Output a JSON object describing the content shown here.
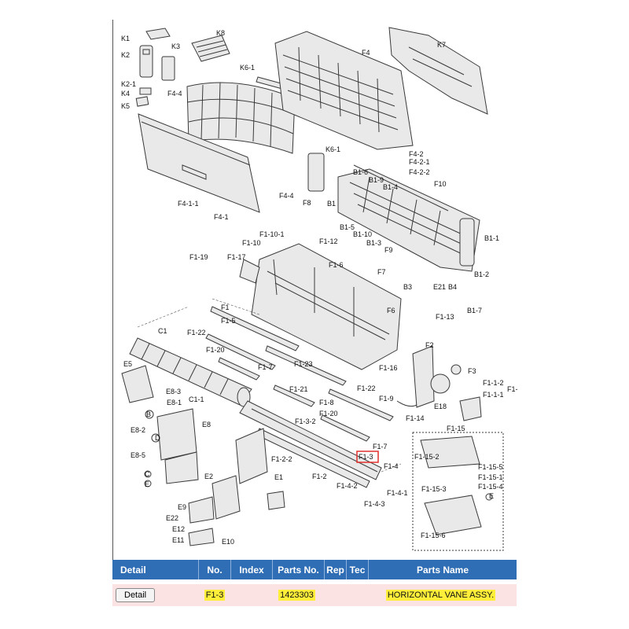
{
  "diagram": {
    "labels": [
      {
        "id": "K1",
        "t": "K1"
      },
      {
        "id": "K2",
        "t": "K2"
      },
      {
        "id": "K3",
        "t": "K3"
      },
      {
        "id": "K8",
        "t": "K8"
      },
      {
        "id": "K2-1",
        "t": "K2-1"
      },
      {
        "id": "K4",
        "t": "K4"
      },
      {
        "id": "K5",
        "t": "K5"
      },
      {
        "id": "K6-1",
        "t": "K6-1"
      },
      {
        "id": "F4-4a",
        "t": "F4-4"
      },
      {
        "id": "F4",
        "t": "F4"
      },
      {
        "id": "K7",
        "t": "K7"
      },
      {
        "id": "K6-1b",
        "t": "K6-1"
      },
      {
        "id": "F4-2",
        "t": "F4-2"
      },
      {
        "id": "F4-2-1",
        "t": "F4-2-1"
      },
      {
        "id": "F4-2-2",
        "t": "F4-2-2"
      },
      {
        "id": "B1-6",
        "t": "B1-6"
      },
      {
        "id": "B1-9",
        "t": "B1-9"
      },
      {
        "id": "B1-4",
        "t": "B1-4"
      },
      {
        "id": "F10",
        "t": "F10"
      },
      {
        "id": "F4-4b",
        "t": "F4-4"
      },
      {
        "id": "F8",
        "t": "F8"
      },
      {
        "id": "F4-1-1",
        "t": "F4-1-1"
      },
      {
        "id": "F4-1",
        "t": "F4-1"
      },
      {
        "id": "B1",
        "t": "B1"
      },
      {
        "id": "B1-5",
        "t": "B1-5"
      },
      {
        "id": "B1-10",
        "t": "B1-10"
      },
      {
        "id": "B1-3",
        "t": "B1-3"
      },
      {
        "id": "B1-1",
        "t": "B1-1"
      },
      {
        "id": "F1-10-1",
        "t": "F1-10-1"
      },
      {
        "id": "F1-10",
        "t": "F1-10"
      },
      {
        "id": "F1-12",
        "t": "F1-12"
      },
      {
        "id": "F9",
        "t": "F9"
      },
      {
        "id": "F1-19",
        "t": "F1-19"
      },
      {
        "id": "F1-17",
        "t": "F1-17"
      },
      {
        "id": "F1-6",
        "t": "F1-6"
      },
      {
        "id": "F7a",
        "t": "F7"
      },
      {
        "id": "B3",
        "t": "B3"
      },
      {
        "id": "E21",
        "t": "E21"
      },
      {
        "id": "B4",
        "t": "B4"
      },
      {
        "id": "B1-2",
        "t": "B1-2"
      },
      {
        "id": "F1",
        "t": "F1"
      },
      {
        "id": "F1-5",
        "t": "F1-5"
      },
      {
        "id": "F6",
        "t": "F6"
      },
      {
        "id": "F1-13",
        "t": "F1-13"
      },
      {
        "id": "B1-7",
        "t": "B1-7"
      },
      {
        "id": "C1",
        "t": "C1"
      },
      {
        "id": "F1-22a",
        "t": "F1-22"
      },
      {
        "id": "F2",
        "t": "F2"
      },
      {
        "id": "F1-20a",
        "t": "F1-20"
      },
      {
        "id": "E5",
        "t": "E5"
      },
      {
        "id": "F1-7a",
        "t": "F1-7"
      },
      {
        "id": "F1-23",
        "t": "F1-23"
      },
      {
        "id": "F1-16",
        "t": "F1-16"
      },
      {
        "id": "F3",
        "t": "F3"
      },
      {
        "id": "F1-1-2",
        "t": "F1-1-2"
      },
      {
        "id": "F1-1-1",
        "t": "F1-1-1"
      },
      {
        "id": "F1x",
        "t": "F1-"
      },
      {
        "id": "E8-3",
        "t": "E8-3"
      },
      {
        "id": "E8-1",
        "t": "E8-1"
      },
      {
        "id": "C1-1",
        "t": "C1-1"
      },
      {
        "id": "F1-21",
        "t": "F1-21"
      },
      {
        "id": "F1-22b",
        "t": "F1-22"
      },
      {
        "id": "F1-9",
        "t": "F1-9"
      },
      {
        "id": "F1-8",
        "t": "F1-8"
      },
      {
        "id": "E18",
        "t": "E18"
      },
      {
        "id": "B",
        "t": "B"
      },
      {
        "id": "F1-20b",
        "t": "F1-20"
      },
      {
        "id": "F1-14",
        "t": "F1-14"
      },
      {
        "id": "E8-2",
        "t": "E8-2"
      },
      {
        "id": "D",
        "t": "D"
      },
      {
        "id": "E8",
        "t": "E8"
      },
      {
        "id": "F1-3-2",
        "t": "F1-3-2"
      },
      {
        "id": "F1-15",
        "t": "F1-15"
      },
      {
        "id": "F1-7b",
        "t": "F1-7"
      },
      {
        "id": "F1-15-2",
        "t": "F1-15-2"
      },
      {
        "id": "E8-5",
        "t": "E8-5"
      },
      {
        "id": "F1-2-2",
        "t": "F1-2-2"
      },
      {
        "id": "F1-3",
        "t": "F1-3"
      },
      {
        "id": "F1-4",
        "t": "F1-4"
      },
      {
        "id": "F1-15-5",
        "t": "F1-15-5"
      },
      {
        "id": "C",
        "t": "C"
      },
      {
        "id": "E",
        "t": "E"
      },
      {
        "id": "E2",
        "t": "E2"
      },
      {
        "id": "E1",
        "t": "E1"
      },
      {
        "id": "F1-2",
        "t": "F1-2"
      },
      {
        "id": "F1-15-1",
        "t": "F1-15-1"
      },
      {
        "id": "F1-4-2",
        "t": "F1-4-2"
      },
      {
        "id": "F1-4-1",
        "t": "F1-4-1"
      },
      {
        "id": "F1-15-3",
        "t": "F1-15-3"
      },
      {
        "id": "F1-15-4",
        "t": "F1-15-4"
      },
      {
        "id": "F1-4-3",
        "t": "F1-4-3"
      },
      {
        "id": "E9",
        "t": "E9"
      },
      {
        "id": "E22",
        "t": "E22"
      },
      {
        "id": "E12",
        "t": "E12"
      },
      {
        "id": "E11",
        "t": "E11"
      },
      {
        "id": "E10",
        "t": "E10"
      },
      {
        "id": "F1-15-6",
        "t": "F1-15-6"
      },
      {
        "id": "Eb",
        "t": "E"
      }
    ],
    "highlight_color": "#e0312b"
  },
  "table": {
    "headers": {
      "detail": "Detail",
      "no": "No.",
      "index": "Index",
      "parts_no": "Parts No.",
      "rep": "Rep",
      "tec": "Tec",
      "parts_name": "Parts Name"
    },
    "rows": [
      {
        "detail_button": "Detail",
        "no": "F1-3",
        "index": "",
        "parts_no": "1423303",
        "rep": "",
        "tec": "",
        "parts_name": "HORIZONTAL VANE ASSY."
      }
    ],
    "header_color": "#2f6db5",
    "row_color": "#fbe3e3",
    "highlight_color": "#ffef3a"
  }
}
